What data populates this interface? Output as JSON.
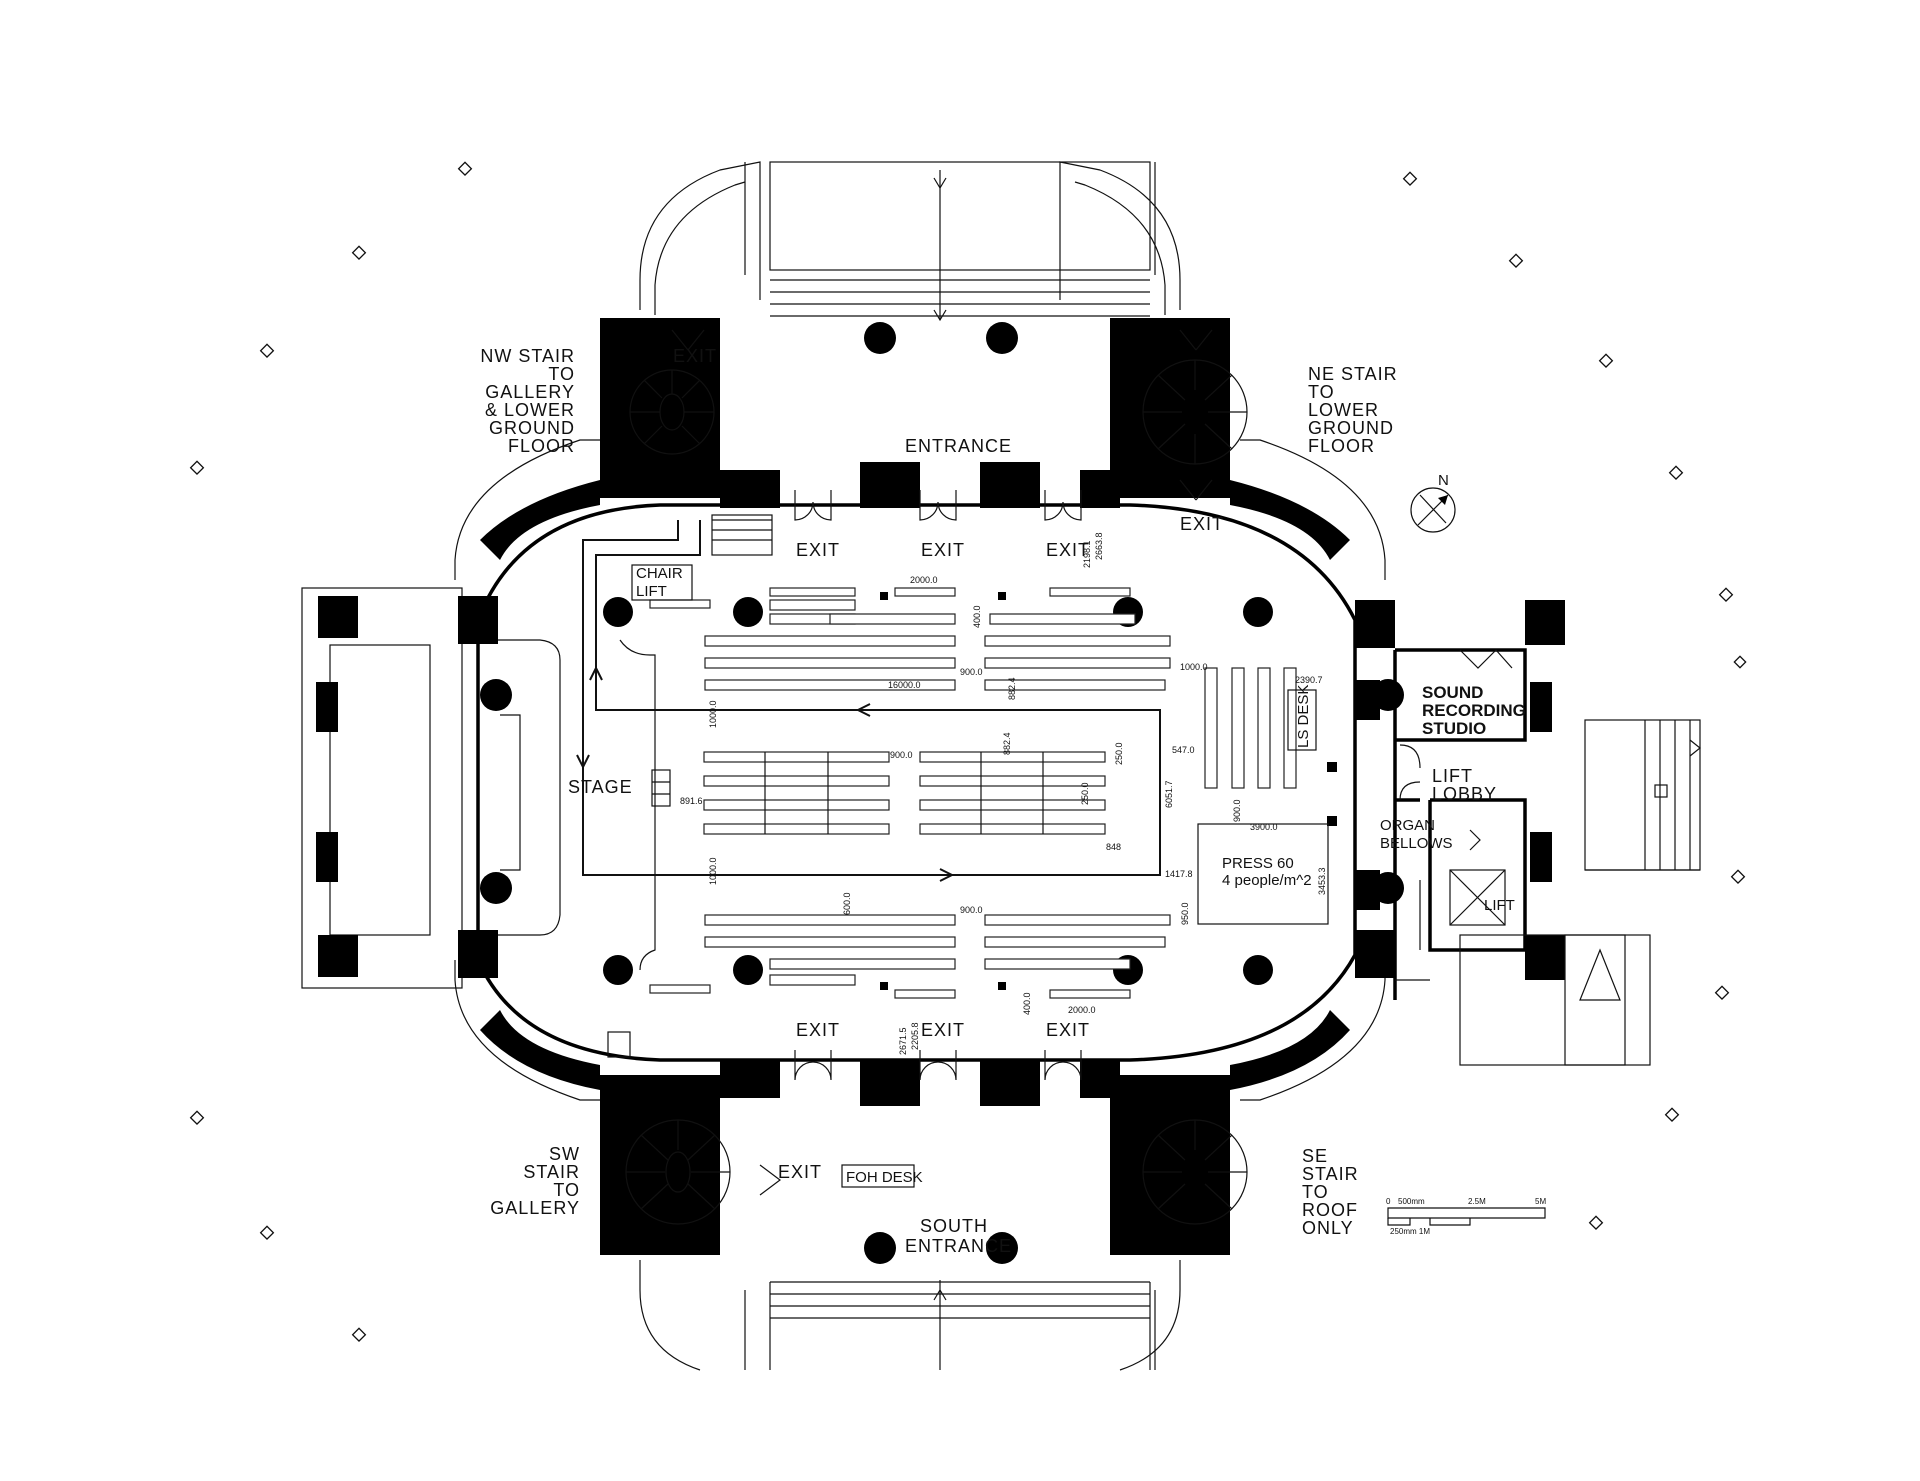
{
  "labels": {
    "entrance": "ENTRANCE",
    "south_entrance_l1": "SOUTH",
    "south_entrance_l2": "ENTRANCE",
    "stage": "STAGE",
    "chair_lift_l1": "CHAIR",
    "chair_lift_l2": "LIFT",
    "ls_desk": "LS DESK",
    "foh_desk": "FOH DESK",
    "press_l1": "PRESS 60",
    "press_l2": "4 people/m^2",
    "sound_l1": "SOUND",
    "sound_l2": "RECORDING",
    "sound_l3": "STUDIO",
    "lift_lobby_l1": "LIFT",
    "lift_lobby_l2": "LOBBY",
    "organ_l1": "ORGAN",
    "organ_l2": "BELLOWS",
    "lift": "LIFT",
    "exit": "EXIT",
    "north": "N"
  },
  "stairs": {
    "nw": [
      "NW STAIR",
      "TO",
      "GALLERY",
      "& LOWER",
      "GROUND",
      "FLOOR"
    ],
    "ne": [
      "NE STAIR",
      "TO",
      "LOWER",
      "GROUND",
      "FLOOR"
    ],
    "sw": [
      "SW",
      "STAIR",
      "TO",
      "GALLERY"
    ],
    "se": [
      "SE",
      "STAIR",
      "TO",
      "ROOF",
      "ONLY"
    ]
  },
  "dimensions": {
    "d2000_top": "2000.0",
    "d400_top": "400.0",
    "d2198": "2198.1",
    "d2663": "2663.8",
    "d900_a": "900.0",
    "d882_a": "882.4",
    "d16000": "16000.0",
    "d1000_a": "1000.0",
    "d2390": "2390.7",
    "d1000_b": "1000.0",
    "d900_b": "900.0",
    "d882_b": "882.4",
    "d250_a": "250.0",
    "d547": "547.0",
    "d250_b": "250.0",
    "d891": "891.6",
    "d6051": "6051.7",
    "d900_c": "900.0",
    "d3900": "3900.0",
    "d848": "848",
    "d1000_c": "1000.0",
    "d1417": "1417.8",
    "d3453": "3453.3",
    "d600": "600.0",
    "d900_d": "900.0",
    "d950": "950.0",
    "d400_bot": "400.0",
    "d2000_bot": "2000.0",
    "d2671": "2671.5",
    "d2205": "2205.8"
  },
  "scale_bar": {
    "t0": "0",
    "t500": "500mm",
    "t25": "2.5M",
    "t5": "5M",
    "sub": "250mm 1M"
  }
}
